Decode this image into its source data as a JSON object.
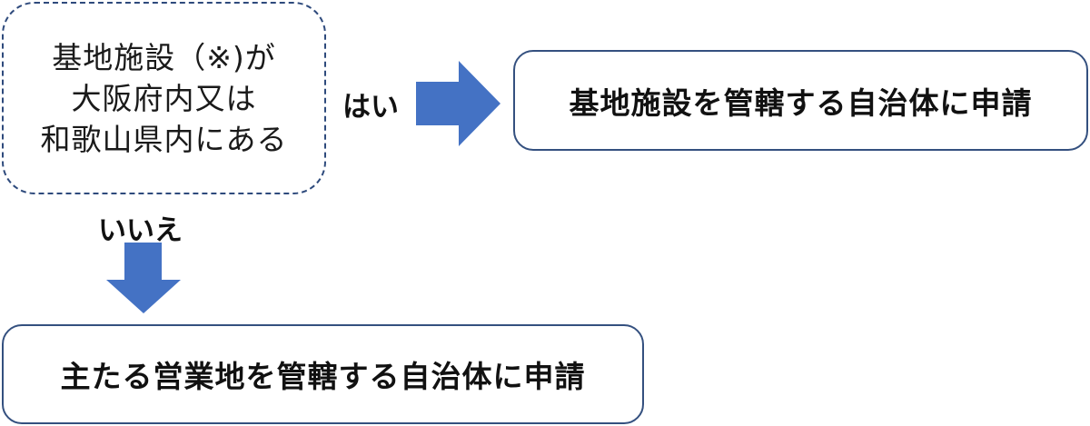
{
  "diagram": {
    "type": "flowchart",
    "decision": {
      "lines": [
        "基地施設（※)が",
        "大阪府内又は",
        "和歌山県内にある"
      ],
      "border_style": "dashed",
      "border_color": "#2e4a7c"
    },
    "branches": {
      "yes": {
        "label": "はい",
        "direction": "right",
        "result": "基地施設を管轄する自治体に申請"
      },
      "no": {
        "label": "いいえ",
        "direction": "down",
        "result": "主たる営業地を管轄する自治体に申請"
      }
    },
    "colors": {
      "arrow_fill": "#4472c4",
      "box_border": "#34507f",
      "text": "#111111",
      "background": "#ffffff"
    }
  }
}
